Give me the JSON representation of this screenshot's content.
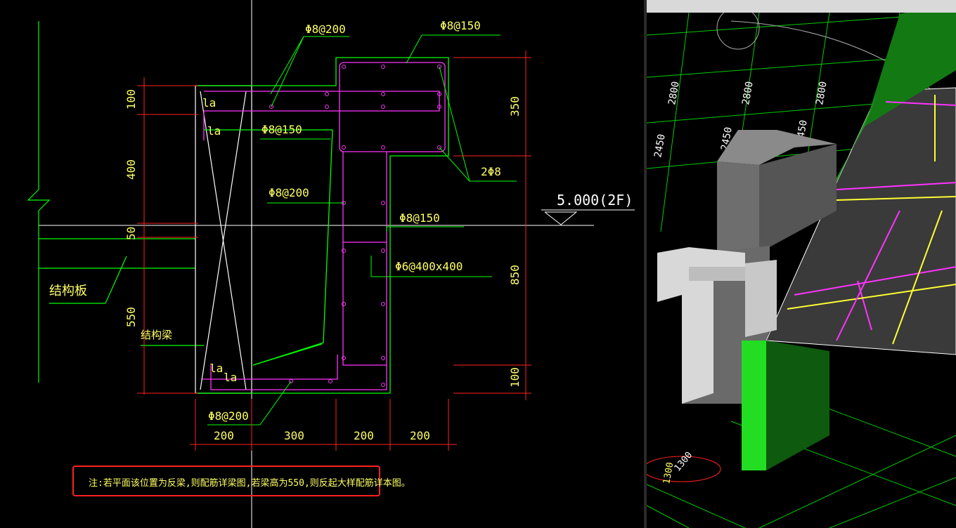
{
  "drawing": {
    "labels": {
      "phi8_200_top": "Φ8@200",
      "phi8_150_top": "Φ8@150",
      "la_1": "la",
      "la_2": "la",
      "phi8_150_mid": "Φ8@150",
      "two_phi8": "2Φ8",
      "phi8_200_mid": "Φ8@200",
      "phi8_150_right": "Φ8@150",
      "phi6_400x400": "Φ6@400x400",
      "structural_slab": "结构板",
      "structural_beam": "结构梁",
      "la_3": "la",
      "la_4": "la",
      "phi8_200_bottom": "Φ8@200",
      "elevation": "5.000(2F)"
    },
    "dims_left": [
      "100",
      "400",
      "50",
      "550"
    ],
    "dims_right": [
      "350",
      "850",
      "100"
    ],
    "dims_bottom": [
      "200",
      "300",
      "200",
      "200"
    ],
    "note": "注:若平面该位置为反梁,则配筋详梁图,若梁高为550,则反起大样配筋详本图。"
  },
  "view3d": {
    "grid_labels": [
      "2800",
      "2800",
      "2800",
      "2450",
      "2450",
      "2450",
      "1300"
    ],
    "bottom_label": "1300"
  },
  "colors": {
    "rebar": "#ff33ff",
    "leader": "#00ff00",
    "dim": "#ff2020",
    "text": "#ffff66"
  }
}
